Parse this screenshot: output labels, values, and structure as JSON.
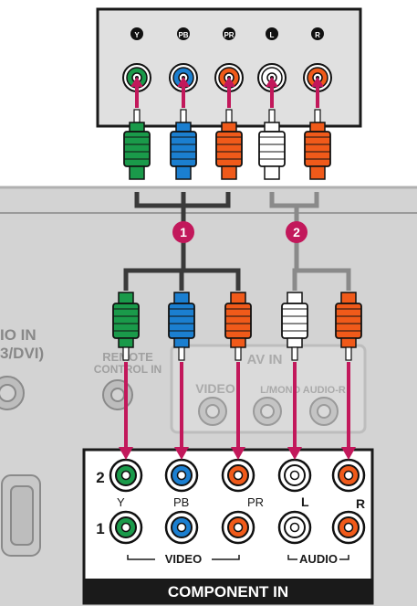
{
  "source_device": {
    "jacks": [
      {
        "id": "Y",
        "badge": "Y",
        "color": "#1a9a4a"
      },
      {
        "id": "PB",
        "badge": "PB",
        "color": "#1b7fd0"
      },
      {
        "id": "PR",
        "badge": "PR",
        "color": "#f05a1a"
      },
      {
        "id": "L",
        "badge": "L",
        "color": "#ffffff"
      },
      {
        "id": "R",
        "badge": "R",
        "color": "#f05a1a"
      }
    ]
  },
  "steps": [
    {
      "number": "1"
    },
    {
      "number": "2"
    }
  ],
  "background_panel": {
    "partial_label_line1": "IO IN",
    "partial_label_line2": "3/DVI)",
    "remote_label_line1": "REMOTE",
    "remote_label_line2": "CONTROL IN",
    "av_in_label": "AV IN",
    "video_label": "VIDEO",
    "audio_label": "L/MONO AUDIO-R"
  },
  "component_panel": {
    "row2_number": "2",
    "row1_number": "1",
    "row2_labels": [
      "Y",
      "PB",
      "PR",
      "L",
      "R"
    ],
    "video_group_label": "VIDEO",
    "audio_group_label": "AUDIO",
    "title": "COMPONENT IN"
  },
  "colors": {
    "green": "#1a9a4a",
    "blue": "#1b7fd0",
    "orange": "#f05a1a",
    "white": "#ffffff",
    "magenta": "#c2185b",
    "panel_gray": "#e0e0e0",
    "back_gray": "#d2d2d2"
  }
}
